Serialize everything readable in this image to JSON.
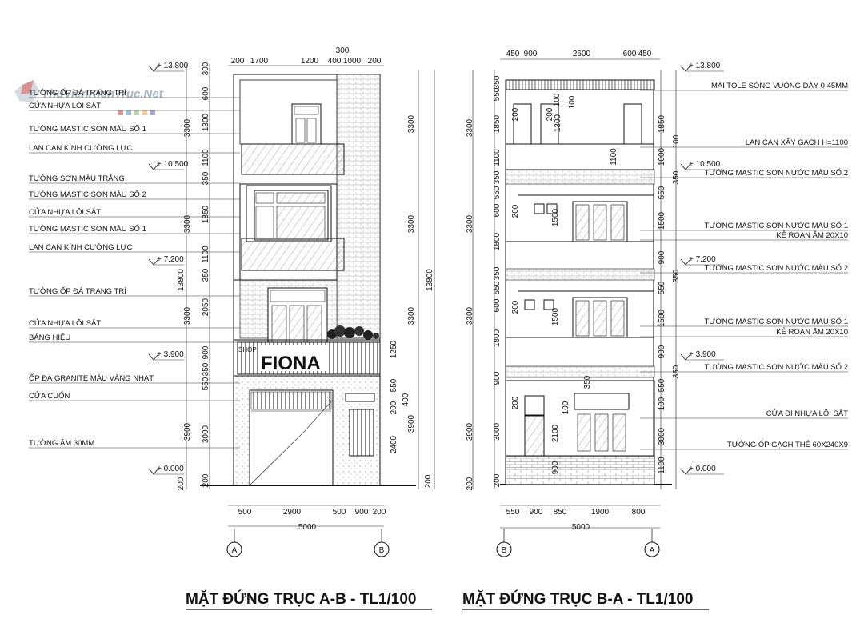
{
  "watermark": "ThuVienKienTruc.Net",
  "titles": {
    "left": "MẶT ĐỨNG TRỤC A-B - TL1/100",
    "right": "MẶT ĐỨNG TRỤC B-A - TL1/100"
  },
  "sign": {
    "small": "SHOP",
    "big": "FIONA"
  },
  "left_elevation": {
    "top_dims": [
      "200",
      "1700",
      "1200",
      "400",
      "1000",
      "200"
    ],
    "top_dim_overall": "300",
    "bottom_dims": [
      "500",
      "2900",
      "500",
      "900",
      "200"
    ],
    "bottom_total": "5000",
    "axes": [
      "A",
      "B"
    ],
    "levels": [
      "13.800",
      "10.500",
      "7.200",
      "3.900",
      "0.000"
    ],
    "left_dims_outer": [
      "3300",
      "13800",
      "3300",
      "3300",
      "3900",
      "200"
    ],
    "left_dims_inner": [
      "300",
      "600",
      "1300",
      "1100",
      "350",
      "1850",
      "1100",
      "350",
      "2050",
      "900",
      "350",
      "550",
      "3000",
      "200"
    ],
    "right_dims_inner": [
      "3300",
      "3300",
      "3300",
      "1250",
      "550",
      "400",
      "200",
      "3900",
      "2400",
      "200"
    ],
    "right_dim_outer": "13800",
    "labels": [
      "TƯỜNG ỐP ĐÁ TRANG TRÍ",
      "CỬA NHỰA LÕI SẮT",
      "TƯỜNG MASTIC SƠN MÀU SỐ 1",
      "LAN CAN KÍNH CƯỜNG LỰC",
      "TƯỜNG SƠN MÀU TRẮNG",
      "TƯỜNG MASTIC SƠN MÀU SỐ 2",
      "CỬA NHỰA LÕI SẮT",
      "TƯỜNG MASTIC SƠN MÀU SỐ 1",
      "LAN CAN KÍNH CƯỜNG LỰC",
      "TƯỜNG ỐP ĐÁ TRANG TRÍ",
      "CỬA NHỰA LÕI SẮT",
      "BẢNG HIỆU",
      "ỐP ĐÁ GRANITE MÀU VÀNG NHẠT",
      "CỬA CUỐN",
      "TƯỜNG ÂM 30MM"
    ]
  },
  "right_elevation": {
    "top_dims": [
      "450",
      "900",
      "2600",
      "600",
      "450"
    ],
    "bottom_dims": [
      "550",
      "900",
      "850",
      "1900",
      "800"
    ],
    "bottom_total": "5000",
    "axes": [
      "B",
      "A"
    ],
    "levels": [
      "13.800",
      "10.500",
      "7.200",
      "3.900",
      "0.000"
    ],
    "left_dims_outer": [
      "3300",
      "3300",
      "3300",
      "3900",
      "200"
    ],
    "left_dims_inner": [
      "350",
      "550",
      "1850",
      "1100",
      "350",
      "550",
      "600",
      "1800",
      "350",
      "550",
      "600",
      "1800",
      "900",
      "3000",
      "200"
    ],
    "inner_dims": [
      "1300",
      "1100",
      "1500",
      "1500",
      "2100",
      "900",
      "200",
      "200",
      "200",
      "200",
      "200",
      "100",
      "100",
      "100",
      "350"
    ],
    "right_dims": [
      "1850",
      "1000",
      "100",
      "350",
      "550",
      "1500",
      "900",
      "350",
      "550",
      "1500",
      "900",
      "350",
      "550",
      "100",
      "3000",
      "1100"
    ],
    "labels": [
      "MÁI TOLE SÓNG VUÔNG DÀY 0,45MM",
      "LAN CAN XÂY GẠCH H=1100",
      "TƯỜNG MASTIC SƠN NƯỚC MÀU SỐ 2",
      "TƯỜNG MASTIC SƠN NƯỚC MÀU SỐ 1",
      "KẺ ROAN ÂM 20X10",
      "TƯỜNG MASTIC SƠN NƯỚC MÀU SỐ 2",
      "TƯỜNG MASTIC SƠN NƯỚC MÀU SỐ 1",
      "KẺ ROAN ÂM 20X10",
      "TƯỜNG MASTIC SƠN NƯỚC MÀU SỐ 2",
      "CỬA ĐI NHỰA LÕI SẮT",
      "TƯỜNG ỐP GẠCH THẺ 60X240X9"
    ]
  }
}
